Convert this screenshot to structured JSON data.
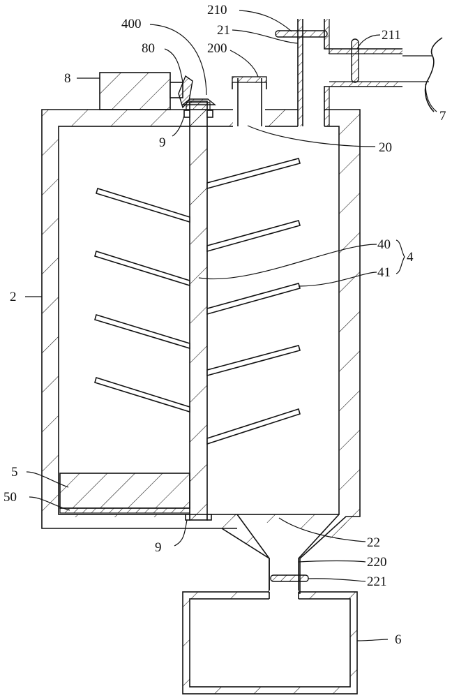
{
  "figure": {
    "type": "patent mechanical drawing",
    "labels": {
      "l210": "210",
      "l21": "21",
      "l211": "211",
      "l400": "400",
      "l80": "80",
      "l200": "200",
      "l8": "8",
      "l7": "7",
      "l9_top": "9",
      "l20": "20",
      "l40": "40",
      "l4": "4",
      "l41": "41",
      "l2": "2",
      "l5": "5",
      "l50": "50",
      "l9_bottom": "9",
      "l22": "22",
      "l220": "220",
      "l221": "221",
      "l6": "6"
    }
  }
}
